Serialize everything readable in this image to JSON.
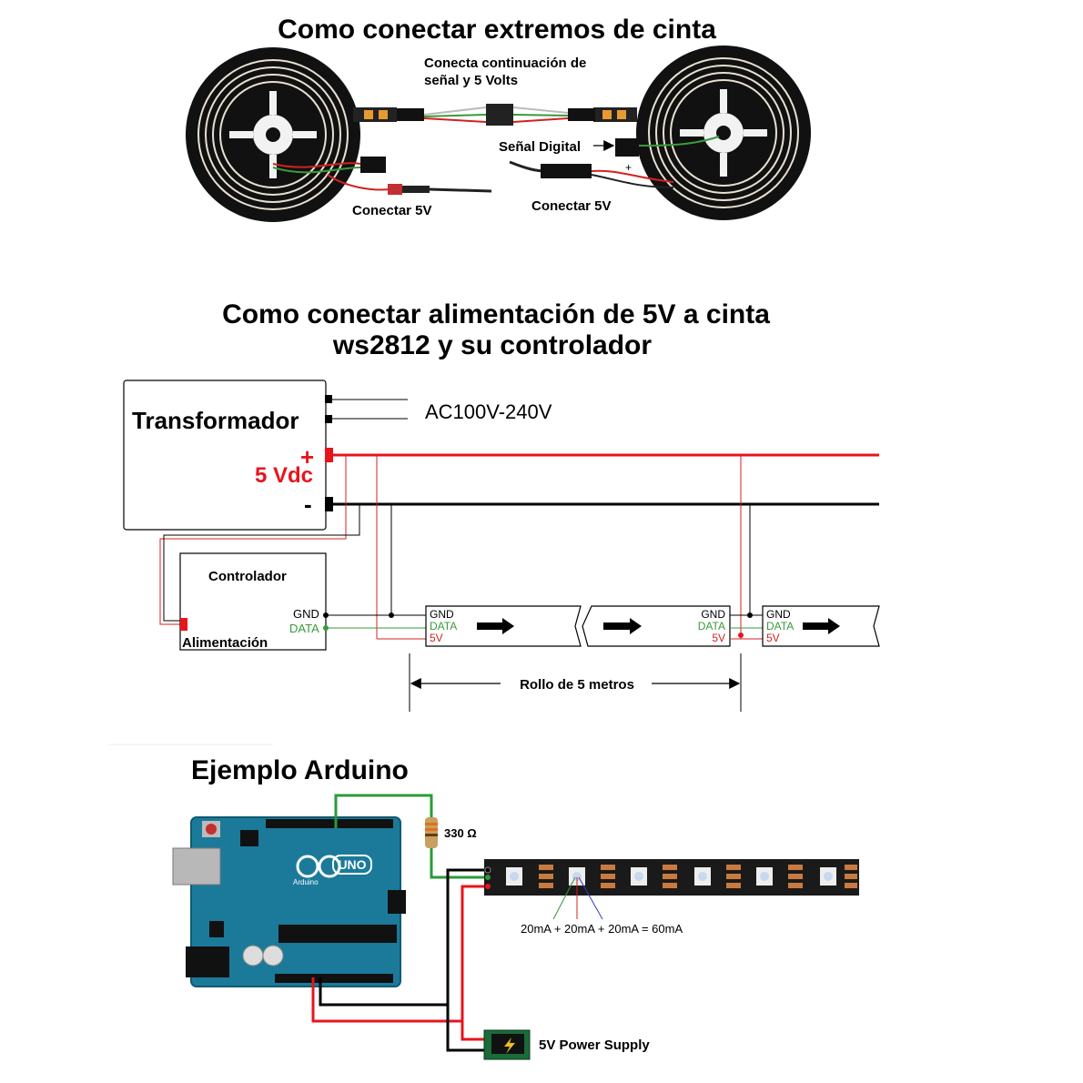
{
  "section1": {
    "title": "Como conectar extremos de cinta",
    "signal_note_line1": "Conecta continuación de",
    "signal_note_line2": "señal y 5 Volts",
    "signal_label": "Señal Digital",
    "power_left": "Conectar 5V",
    "power_right": "Conectar 5V"
  },
  "section2": {
    "title_line1": "Como conectar alimentación de 5V a cinta",
    "title_line2": "ws2812 y su controlador",
    "transformer": "Transformador",
    "ac_input": "AC100V-240V",
    "plus": "+",
    "minus": "-",
    "vdc": "5 Vdc",
    "controller": "Controlador",
    "power_in": "Alimentación",
    "pin_gnd": "GND",
    "pin_data": "DATA",
    "pin_5v": "5V",
    "roll": "Rollo de 5 metros"
  },
  "section3": {
    "title": "Ejemplo Arduino",
    "resistor": "330 Ω",
    "current": "20mA + 20mA + 20mA = 60mA",
    "supply": "5V Power Supply",
    "board_brand": "UNO",
    "board_name": "Arduino"
  },
  "colors": {
    "red": "#e8141c",
    "black": "#000000",
    "green": "#2a9a3a",
    "board": "#1b7a9a"
  }
}
